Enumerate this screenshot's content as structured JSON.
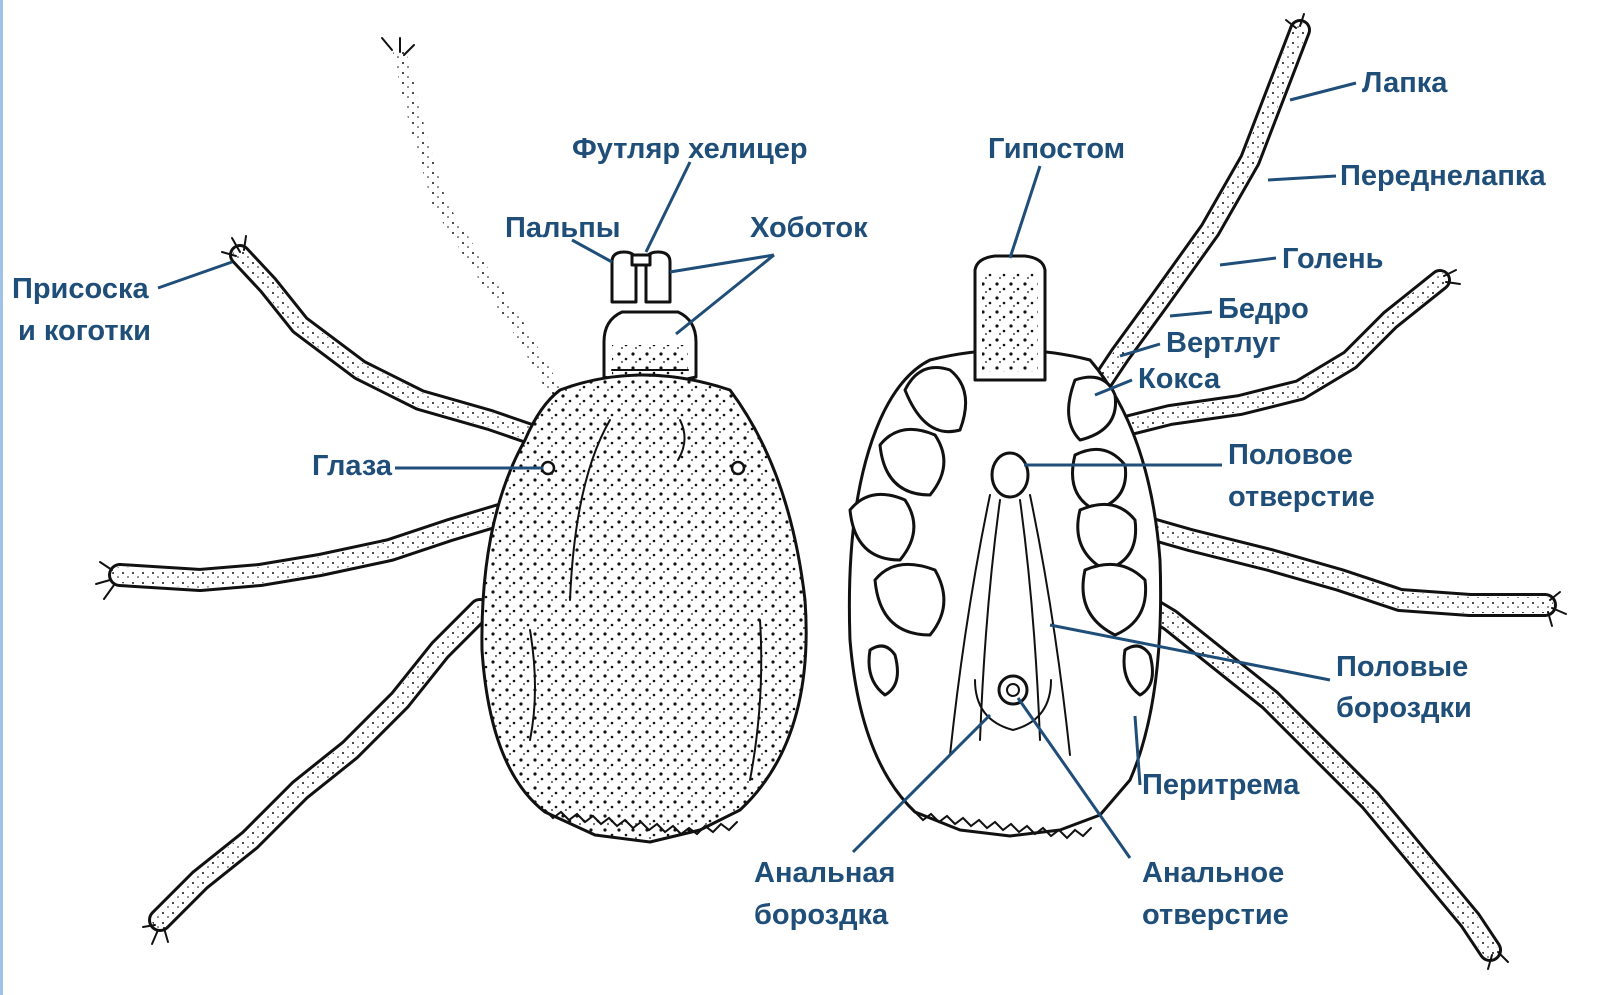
{
  "labels": {
    "sucker_claws_1": "Присоска",
    "sucker_claws_2": "и коготки",
    "eyes": "Глаза",
    "palps": "Пальпы",
    "chelicera_case": "Футляр хелицер",
    "proboscis": "Хоботок",
    "hypostome": "Гипостом",
    "tarsus": "Лапка",
    "pretarsus": "Переднелапка",
    "tibia": "Голень",
    "femur": "Бедро",
    "trochanter": "Вертлуг",
    "coxa": "Кокса",
    "genital_opening_1": "Половое",
    "genital_opening_2": "отверстие",
    "genital_grooves_1": "Половые",
    "genital_grooves_2": "бороздки",
    "peritreme": "Перитрема",
    "anal_groove_1": "Анальная",
    "anal_groove_2": "бороздка",
    "anal_opening_1": "Анальное",
    "anal_opening_2": "отверстие"
  },
  "colors": {
    "label_text": "#1f4e79",
    "leader_line": "#1f4e79",
    "ink": "#111111",
    "background": "#ffffff",
    "frame_edge": "#9ec3e6"
  }
}
